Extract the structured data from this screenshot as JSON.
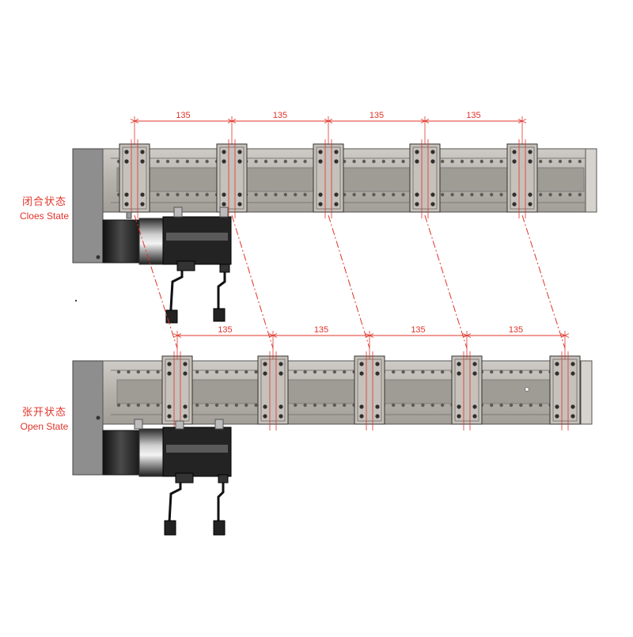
{
  "closed_state": {
    "label_cn": "闭合状态",
    "label_en": "Cloes State",
    "spacing_labels": [
      "135",
      "135",
      "135",
      "135"
    ]
  },
  "open_state": {
    "label_cn": "张开状态",
    "label_en": "Open State",
    "spacing_labels": [
      "135",
      "135",
      "135",
      "135"
    ]
  },
  "colors": {
    "dimension": "#e0342a",
    "rail": "#b9b5b0",
    "rail_dark": "#8d8984",
    "carriage": "#c7c1bb",
    "motor": "#2b2b2b",
    "housing": "#8a8a8a"
  }
}
